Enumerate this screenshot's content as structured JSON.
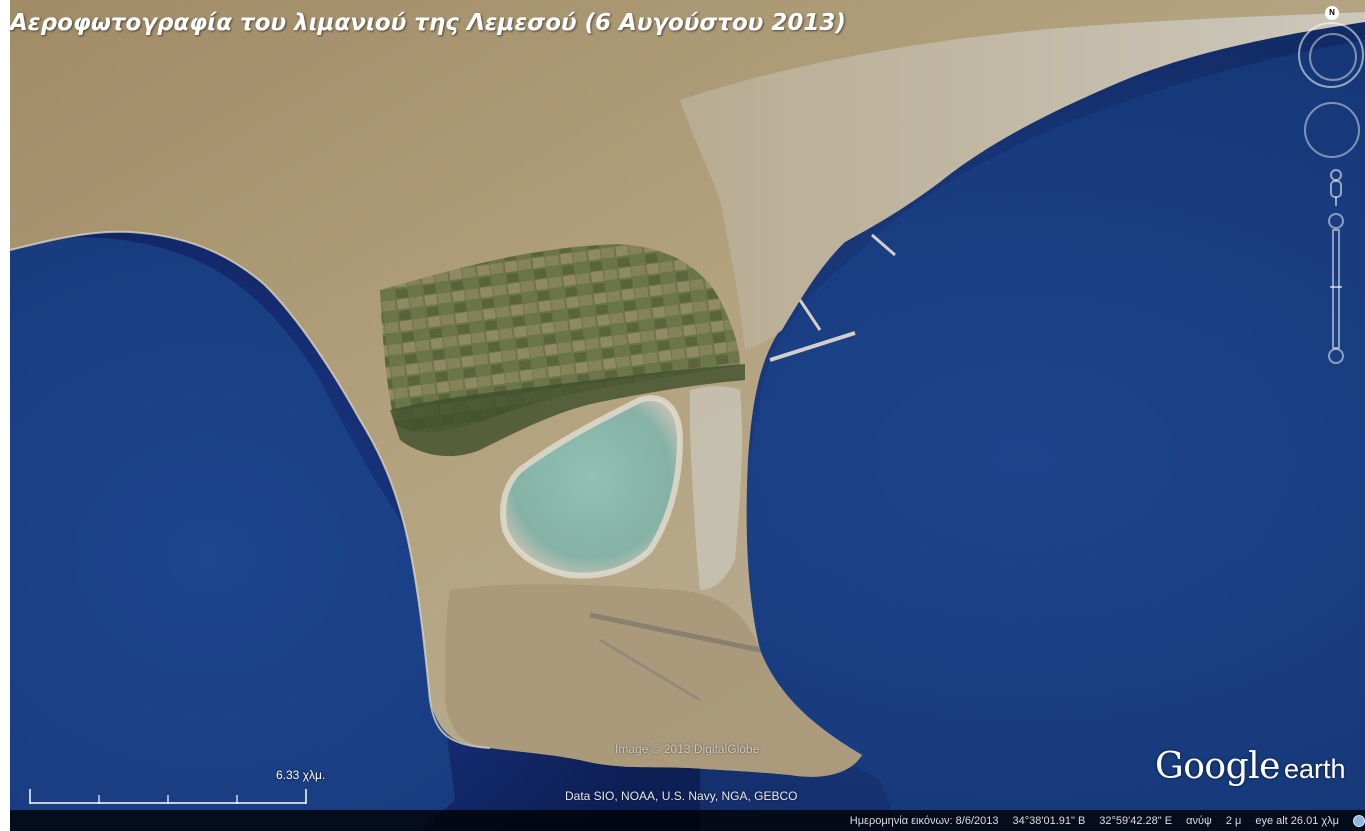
{
  "title": "Αεροφωτογραφία του λιμανιού της Λεμεσού (6 Αυγούστου 2013)",
  "attribution": {
    "image_credit": "Image © 2013 DigitalGlobe",
    "data_credit": "Data SIO, NOAA, U.S. Navy, NGA, GEBCO"
  },
  "scale_bar": {
    "label": "6.33 χλμ."
  },
  "logo": {
    "google": "Google",
    "earth": "earth"
  },
  "navigation": {
    "north_label": "N"
  },
  "status_bar": {
    "imagery_date": "Ημερομηνία εικόνων: 8/6/2013",
    "latitude": "34°38'01.91\" Β",
    "longitude": "32°59'42.28\" Ε",
    "elevation_label": "ανύψ",
    "elevation_value": "2 μ",
    "eye_alt": "eye alt 26.01 χλμ"
  },
  "colors": {
    "sea_deep": "#12296a",
    "sea_coastal": "#1e4f98",
    "land": "#b3a27e",
    "farmland": "#5c6a3c",
    "urban": "#c3beb2",
    "salt_lake": "#8cb8ad"
  },
  "icons": [
    "compass-ring-icon",
    "north-marker-icon",
    "look-joystick-icon",
    "pegman-icon",
    "zoom-slider-icon",
    "status-globe-icon"
  ]
}
